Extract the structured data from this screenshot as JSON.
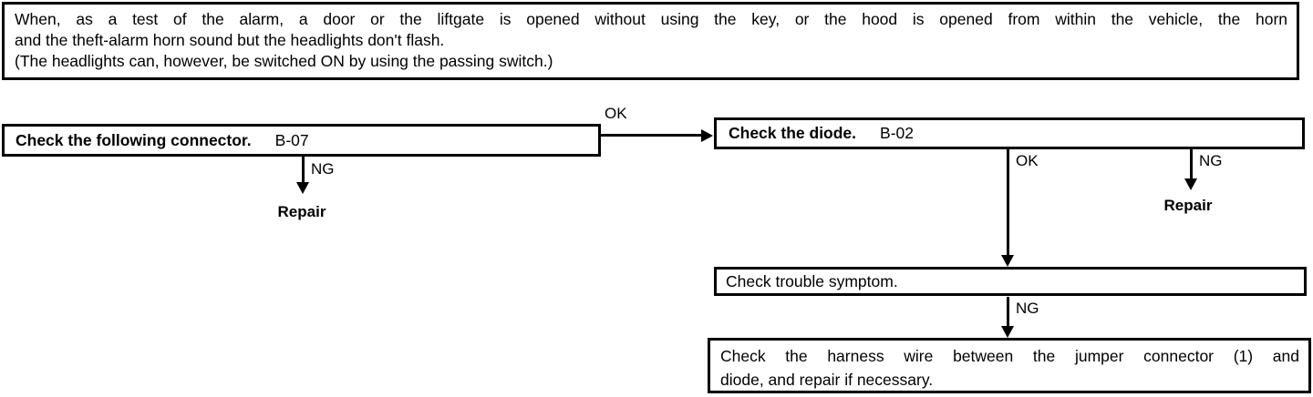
{
  "page": {
    "background": "#ffffff",
    "ink": "#000000"
  },
  "intro": {
    "lines": {
      "0": "When, as a test of the alarm, a door or the liftgate is opened without using the key, or the hood is opened from within the vehicle, the horn",
      "1": "and the theft-alarm horn sound but the headlights don't flash.",
      "2": "(The headlights can, however, be switched ON by using the passing switch.)"
    }
  },
  "flow": {
    "step1": {
      "label": "Check the following connector.",
      "code": "B-07",
      "ok_label": "OK",
      "ng_label": "NG",
      "ng_result": "Repair"
    },
    "step2": {
      "label": "Check the diode.",
      "code": "B-02",
      "ok_label": "OK",
      "ng_label": "NG",
      "ng_result": "Repair"
    },
    "step3": {
      "label": "Check trouble symptom.",
      "ng_label": "NG"
    },
    "step4": {
      "lines": {
        "0": "Check the harness wire between the jumper connector (1) and",
        "1": "diode, and repair if necessary."
      }
    }
  }
}
